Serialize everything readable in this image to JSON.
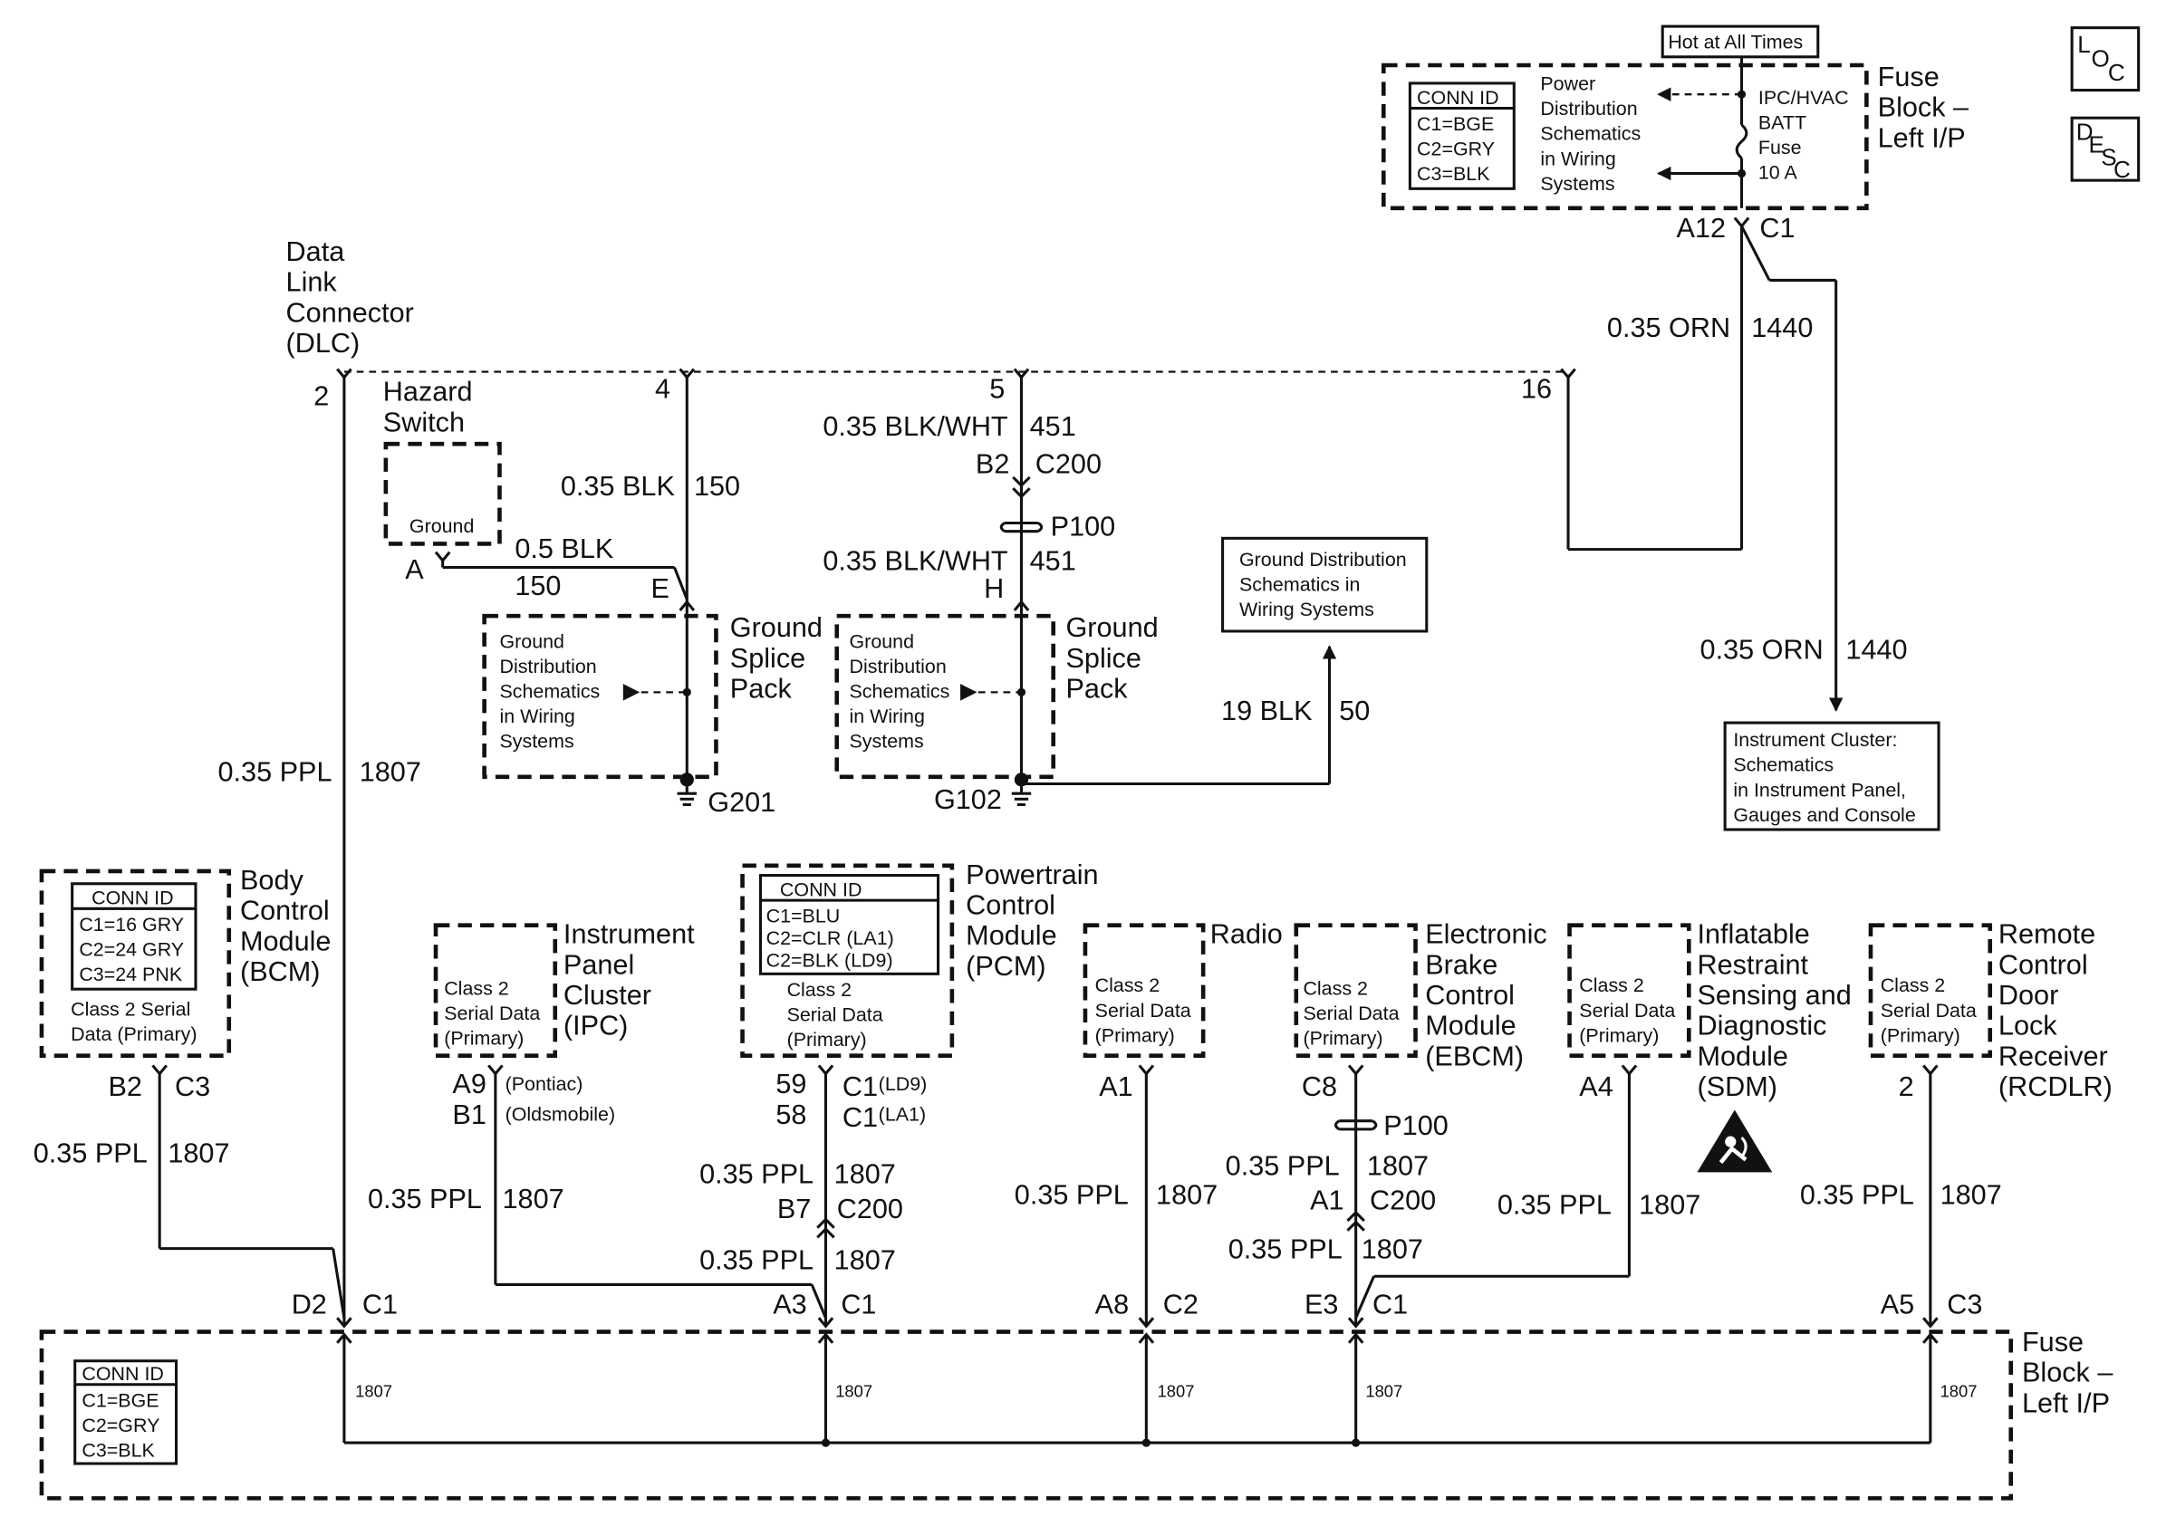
{
  "hot_at_all_times": "Hot at All Times",
  "loc_icon": {
    "l": "L",
    "o": "O",
    "c": "C"
  },
  "desc_icon": {
    "d": "D",
    "e": "E",
    "s": "S",
    "c": "C"
  },
  "fuse_block_top": {
    "title_lines": [
      "Fuse",
      "Block –",
      "Left I/P"
    ],
    "conn_id": {
      "header": "CONN ID",
      "lines": [
        "C1=BGE",
        "C2=GRY",
        "C3=BLK"
      ]
    },
    "power_dist_lines": [
      "Power",
      "Distribution",
      "Schematics",
      "in Wiring",
      "Systems"
    ],
    "fuse_lines": [
      "IPC/HVAC",
      "BATT",
      "Fuse",
      "10 A"
    ],
    "pin": "A12",
    "conn": "C1"
  },
  "dlc": {
    "title_lines": [
      "Data",
      "Link",
      "Connector",
      "(DLC)"
    ],
    "pins": [
      "2",
      "4",
      "5",
      "16"
    ]
  },
  "wires": {
    "w1440_top": {
      "gauge": "0.35 ORN",
      "circuit": "1440"
    },
    "w1440_bottom": {
      "gauge": "0.35 ORN",
      "circuit": "1440"
    },
    "w150": {
      "gauge": "0.35 BLK",
      "circuit": "150"
    },
    "w150_hazard": {
      "gauge": "0.5 BLK",
      "circuit": "150"
    },
    "w451_top": {
      "gauge": "0.35 BLK/WHT",
      "circuit": "451"
    },
    "w451_bottom": {
      "gauge": "0.35 BLK/WHT",
      "circuit": "451"
    },
    "w50": {
      "gauge": "19 BLK",
      "circuit": "50"
    },
    "w1807_dlc": {
      "gauge": "0.35 PPL",
      "circuit": "1807"
    },
    "w1807_bcm": {
      "gauge": "0.35 PPL",
      "circuit": "1807"
    },
    "w1807_ipc": {
      "gauge": "0.35 PPL",
      "circuit": "1807"
    },
    "w1807_pcm_top": {
      "gauge": "0.35 PPL",
      "circuit": "1807"
    },
    "w1807_pcm_bottom": {
      "gauge": "0.35 PPL",
      "circuit": "1807"
    },
    "w1807_radio": {
      "gauge": "0.35 PPL",
      "circuit": "1807"
    },
    "w1807_ebcm_top": {
      "gauge": "0.35 PPL",
      "circuit": "1807"
    },
    "w1807_ebcm_bottom": {
      "gauge": "0.35 PPL",
      "circuit": "1807"
    },
    "w1807_sdm": {
      "gauge": "0.35 PPL",
      "circuit": "1807"
    },
    "w1807_rcdlr": {
      "gauge": "0.35 PPL",
      "circuit": "1807"
    }
  },
  "hazard_switch": {
    "title_lines": [
      "Hazard",
      "Switch"
    ],
    "ground": "Ground",
    "pin": "A"
  },
  "splice_pack_1": {
    "title_lines": [
      "Ground",
      "Splice",
      "Pack"
    ],
    "pin": "E",
    "ground": "G201",
    "inner_lines": [
      "Ground",
      "Distribution",
      "Schematics",
      "in Wiring",
      "Systems"
    ]
  },
  "splice_pack_2": {
    "title_lines": [
      "Ground",
      "Splice",
      "Pack"
    ],
    "pin": "H",
    "ground": "G102",
    "inner_lines": [
      "Ground",
      "Distribution",
      "Schematics",
      "in Wiring",
      "Systems"
    ]
  },
  "c200_top": {
    "pin": "B2",
    "conn": "C200"
  },
  "p100_top": "P100",
  "ground_dist_box": [
    "Ground Distribution",
    "Schematics in",
    "Wiring Systems"
  ],
  "instrument_cluster_box": [
    "Instrument Cluster:",
    "Schematics",
    "in Instrument Panel,",
    "Gauges and Console"
  ],
  "bcm": {
    "title_lines": [
      "Body",
      "Control",
      "Module",
      "(BCM)"
    ],
    "conn_id": {
      "header": "CONN ID",
      "lines": [
        "C1=16 GRY",
        "C2=24 GRY",
        "C3=24 PNK"
      ]
    },
    "serial_lines": [
      "Class 2 Serial",
      "Data (Primary)"
    ],
    "pin": "B2",
    "conn": "C3"
  },
  "ipc": {
    "title_lines": [
      "Instrument",
      "Panel",
      "Cluster",
      "(IPC)"
    ],
    "serial_lines": [
      "Class 2",
      "Serial Data",
      "(Primary)"
    ],
    "pin_a": "A9",
    "pin_a_note": "(Pontiac)",
    "pin_b": "B1",
    "pin_b_note": "(Oldsmobile)"
  },
  "pcm": {
    "title_lines": [
      "Powertrain",
      "Control",
      "Module",
      "(PCM)"
    ],
    "conn_id": {
      "header": "CONN ID",
      "lines": [
        "C1=BLU",
        "C2=CLR (LA1)",
        "C2=BLK (LD9)"
      ]
    },
    "serial_lines": [
      "Class 2",
      "Serial Data",
      "(Primary)"
    ],
    "pin_a": "59",
    "conn_a": "C1",
    "conn_a_note": "(LD9)",
    "pin_b": "58",
    "conn_b": "C1",
    "conn_b_note": "(LA1)",
    "c200_pin": "B7",
    "c200_conn": "C200"
  },
  "radio": {
    "title": "Radio",
    "serial_lines": [
      "Class 2",
      "Serial Data",
      "(Primary)"
    ],
    "pin": "A1"
  },
  "ebcm": {
    "title_lines": [
      "Electronic",
      "Brake",
      "Control",
      "Module",
      "(EBCM)"
    ],
    "serial_lines": [
      "Class 2",
      "Serial Data",
      "(Primary)"
    ],
    "pin": "C8",
    "p100": "P100",
    "c200_pin": "A1",
    "c200_conn": "C200"
  },
  "sdm": {
    "title_lines": [
      "Inflatable",
      "Restraint",
      "Sensing and",
      "Diagnostic",
      "Module",
      "(SDM)"
    ],
    "serial_lines": [
      "Class 2",
      "Serial Data",
      "(Primary)"
    ],
    "pin": "A4"
  },
  "rcdlr": {
    "title_lines": [
      "Remote",
      "Control",
      "Door",
      "Lock",
      "Receiver",
      "(RCDLR)"
    ],
    "serial_lines": [
      "Class 2",
      "Serial Data",
      "(Primary)"
    ],
    "pin": "2"
  },
  "fuse_block_bottom": {
    "title_lines": [
      "Fuse",
      "Block –",
      "Left I/P"
    ],
    "conn_id": {
      "header": "CONN ID",
      "lines": [
        "C1=BGE",
        "C2=GRY",
        "C3=BLK"
      ]
    },
    "entries": [
      {
        "pin": "D2",
        "conn": "C1",
        "circuit": "1807"
      },
      {
        "pin": "A3",
        "conn": "C1",
        "circuit": "1807"
      },
      {
        "pin": "A8",
        "conn": "C2",
        "circuit": "1807"
      },
      {
        "pin": "E3",
        "conn": "C1",
        "circuit": "1807"
      },
      {
        "pin": "A5",
        "conn": "C3",
        "circuit": "1807"
      }
    ]
  }
}
